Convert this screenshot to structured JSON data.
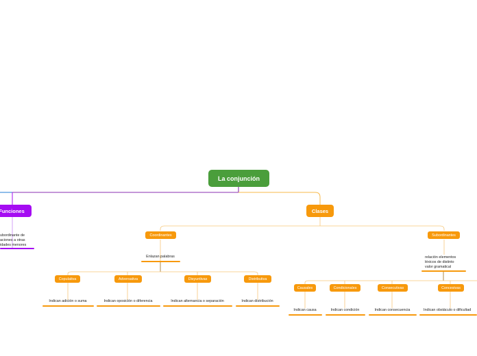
{
  "map": {
    "root": "La conjunción",
    "funciones": {
      "label": "Funciones",
      "note_lines": [
        "ubordinante de",
        "aciones a otras",
        "idades menores"
      ]
    },
    "clases": {
      "label": "Clases",
      "coordinantes": {
        "label": "Coordinantes",
        "note": "Enlazan palabras",
        "types": [
          {
            "label": "Copulativa",
            "note": "Indican adición o suma"
          },
          {
            "label": "Adversativa",
            "note": "Indican oposición o diferencia"
          },
          {
            "label": "Disyuntivas",
            "note": "Indican alternancia o separación"
          },
          {
            "label": "Distributiva",
            "note": "Indican distribución"
          }
        ]
      },
      "subordinantes": {
        "label": "Subordinantes",
        "note_lines": [
          "relación elementos",
          "léxicos de distinto",
          "valor gramatical"
        ],
        "types": [
          {
            "label": "Causales",
            "note": "Indican causa"
          },
          {
            "label": "Condicionales",
            "note": "Indican condición"
          },
          {
            "label": "Consecutivas",
            "note": "Indican consecuencia"
          },
          {
            "label": "Concesivas",
            "note": "Indican obstáculo o dificultad"
          }
        ]
      }
    }
  },
  "colors": {
    "root": "#4a9e3b",
    "orange": "#f7990c",
    "purple": "#a50cf2",
    "connector_blue": "#1f7bd6",
    "connector_branch": "#7a1a9e"
  }
}
